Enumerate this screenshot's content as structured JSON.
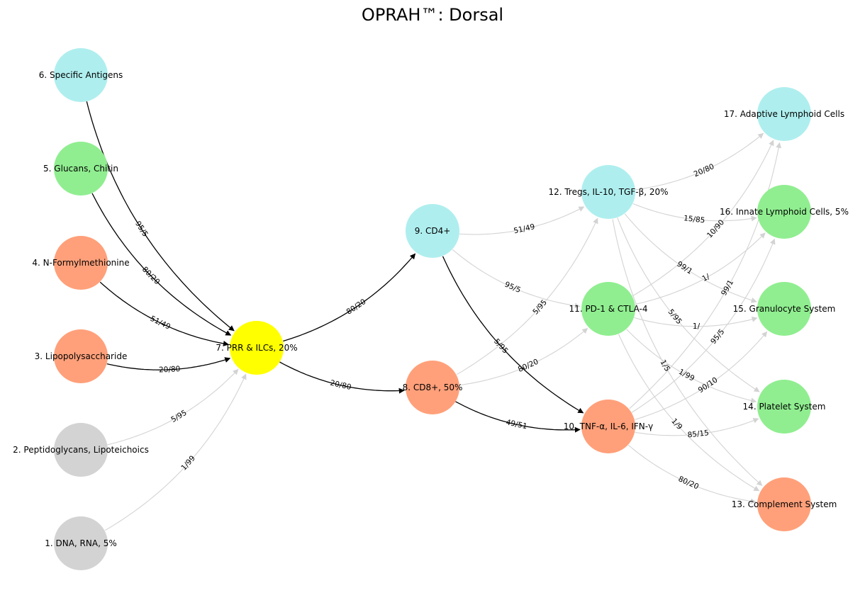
{
  "title": "OPRAH™: Dorsal",
  "colors": {
    "gray": "#d3d3d3",
    "salmon": "#ffa07a",
    "green": "#90ee90",
    "cyan": "#afeeee",
    "yellow": "#ffff00",
    "edge_dark": "#000000",
    "edge_light": "#d3d3d3"
  },
  "nodes": [
    {
      "id": 1,
      "label": "1. DNA, RNA,  5%",
      "color": "gray"
    },
    {
      "id": 2,
      "label": "2. Peptidoglycans, Lipoteichoics",
      "color": "gray"
    },
    {
      "id": 3,
      "label": "3. Lipopolysaccharide",
      "color": "salmon"
    },
    {
      "id": 4,
      "label": "4. N-Formylmethionine",
      "color": "salmon"
    },
    {
      "id": 5,
      "label": "5. Glucans, Chitin",
      "color": "green"
    },
    {
      "id": 6,
      "label": "6. Specific Antigens",
      "color": "cyan"
    },
    {
      "id": 7,
      "label": "7. PRR & ILCs, 20%",
      "color": "yellow"
    },
    {
      "id": 8,
      "label": "8. CD8+, 50%",
      "color": "salmon"
    },
    {
      "id": 9,
      "label": "9. CD4+",
      "color": "cyan"
    },
    {
      "id": 10,
      "label": "10. TNF-α, IL-6, IFN-γ",
      "color": "salmon"
    },
    {
      "id": 11,
      "label": "11. PD-1 & CTLA-4",
      "color": "green"
    },
    {
      "id": 12,
      "label": "12. Tregs, IL-10, TGF-β, 20%",
      "color": "cyan"
    },
    {
      "id": 13,
      "label": "13. Complement System",
      "color": "salmon"
    },
    {
      "id": 14,
      "label": "14. Platelet System",
      "color": "green"
    },
    {
      "id": 15,
      "label": "15. Granulocyte System",
      "color": "green"
    },
    {
      "id": 16,
      "label": "16. Innate Lymphoid Cells, 5%",
      "color": "green"
    },
    {
      "id": 17,
      "label": "17. Adaptive Lymphoid Cells",
      "color": "cyan"
    }
  ],
  "edges": [
    {
      "from": 1,
      "to": 7,
      "label": "1/99",
      "style": "light"
    },
    {
      "from": 2,
      "to": 7,
      "label": "5/95",
      "style": "light"
    },
    {
      "from": 3,
      "to": 7,
      "label": "20/80",
      "style": "dark"
    },
    {
      "from": 4,
      "to": 7,
      "label": "51/49",
      "style": "dark"
    },
    {
      "from": 5,
      "to": 7,
      "label": "80/20",
      "style": "dark"
    },
    {
      "from": 6,
      "to": 7,
      "label": "95/5",
      "style": "dark"
    },
    {
      "from": 7,
      "to": 8,
      "label": "20/80",
      "style": "dark"
    },
    {
      "from": 7,
      "to": 9,
      "label": "80/20",
      "style": "dark"
    },
    {
      "from": 8,
      "to": 10,
      "label": "49/51",
      "style": "dark"
    },
    {
      "from": 8,
      "to": 11,
      "label": "80/20",
      "style": "light"
    },
    {
      "from": 8,
      "to": 12,
      "label": "5/95",
      "style": "light"
    },
    {
      "from": 9,
      "to": 10,
      "label": "5/95",
      "style": "dark"
    },
    {
      "from": 9,
      "to": 11,
      "label": "95/5",
      "style": "light"
    },
    {
      "from": 9,
      "to": 12,
      "label": "51/49",
      "style": "light"
    },
    {
      "from": 10,
      "to": 13,
      "label": "80/20",
      "style": "light"
    },
    {
      "from": 10,
      "to": 14,
      "label": "85/15",
      "style": "light"
    },
    {
      "from": 10,
      "to": 15,
      "label": "90/10",
      "style": "light"
    },
    {
      "from": 10,
      "to": 16,
      "label": "95/5",
      "style": "light"
    },
    {
      "from": 10,
      "to": 17,
      "label": "99/1",
      "style": "light"
    },
    {
      "from": 11,
      "to": 13,
      "label": "1/9",
      "style": "light"
    },
    {
      "from": 11,
      "to": 14,
      "label": "1/99",
      "style": "light"
    },
    {
      "from": 11,
      "to": 15,
      "label": "1/",
      "style": "light"
    },
    {
      "from": 11,
      "to": 16,
      "label": "1/",
      "style": "light"
    },
    {
      "from": 11,
      "to": 17,
      "label": "10/90",
      "style": "light"
    },
    {
      "from": 12,
      "to": 13,
      "label": "1/5",
      "style": "light"
    },
    {
      "from": 12,
      "to": 14,
      "label": "5/95",
      "style": "light"
    },
    {
      "from": 12,
      "to": 15,
      "label": "99/1",
      "style": "light"
    },
    {
      "from": 12,
      "to": 16,
      "label": "15/85",
      "style": "light"
    },
    {
      "from": 12,
      "to": 17,
      "label": "20/80",
      "style": "light"
    }
  ]
}
